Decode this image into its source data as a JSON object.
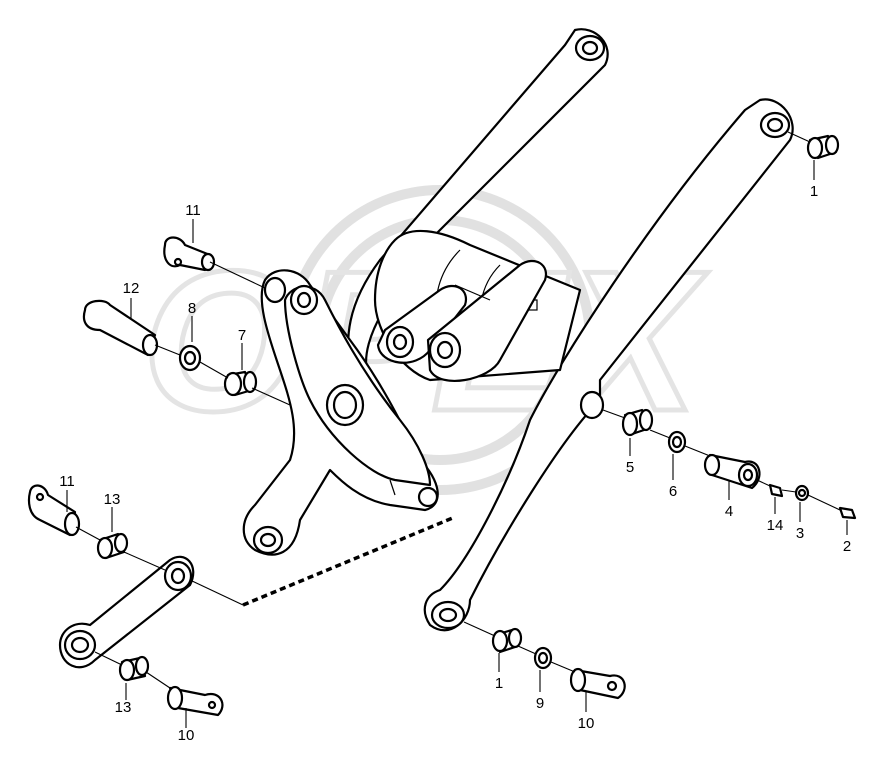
{
  "diagram": {
    "watermark": "OPEX",
    "link_color": "#000000",
    "callouts": [
      {
        "id": "c1a",
        "label": "1"
      },
      {
        "id": "c1b",
        "label": "1"
      },
      {
        "id": "c2",
        "label": "2"
      },
      {
        "id": "c3",
        "label": "3"
      },
      {
        "id": "c4",
        "label": "4"
      },
      {
        "id": "c5",
        "label": "5"
      },
      {
        "id": "c6",
        "label": "6"
      },
      {
        "id": "c7",
        "label": "7"
      },
      {
        "id": "c8",
        "label": "8"
      },
      {
        "id": "c9",
        "label": "9"
      },
      {
        "id": "c10a",
        "label": "10"
      },
      {
        "id": "c10b",
        "label": "10"
      },
      {
        "id": "c11a",
        "label": "11"
      },
      {
        "id": "c11b",
        "label": "11"
      },
      {
        "id": "c12",
        "label": "12"
      },
      {
        "id": "c13a",
        "label": "13"
      },
      {
        "id": "c13b",
        "label": "13"
      },
      {
        "id": "c14",
        "label": "14"
      }
    ]
  }
}
